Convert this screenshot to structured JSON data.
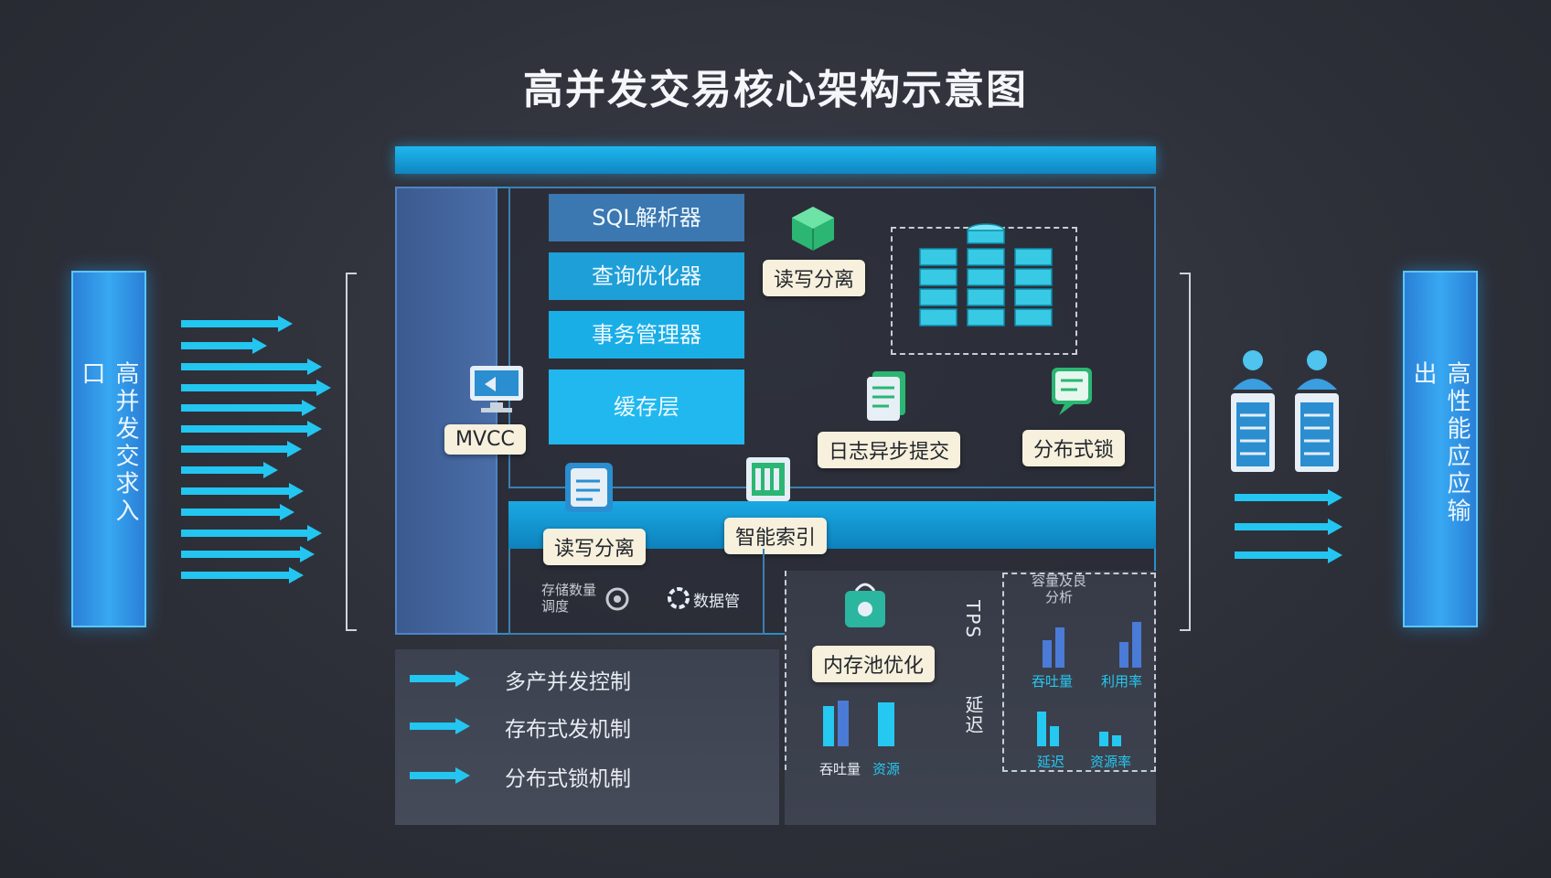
{
  "title": "高并发交易核心架构示意图",
  "left_pillar": "高并发交求入口",
  "right_pillar": "高性能应应输出",
  "stack": [
    "SQL解析器",
    "查询优化器",
    "事务管理器",
    "缓存层"
  ],
  "labels": {
    "mvcc": "MVCC",
    "rw_split_top": "读写分离",
    "log_async": "日志异步提交",
    "dist_lock": "分布式锁",
    "rw_split_bottom": "读写分离",
    "smart_index": "智能索引",
    "mem_pool": "内存池优化"
  },
  "band_notes": {
    "left": "存储数量\n调度",
    "right": "数据管"
  },
  "mechanisms": [
    "多产并发控制",
    "存布式发机制",
    "分布式锁机制"
  ],
  "perf": {
    "tps_label": "TPS",
    "latency_label": "延迟",
    "left_bars_labels": [
      "吞吐量",
      "资源"
    ],
    "box_title": "容量及良\n分析",
    "right_top_labels": [
      "吞吐量",
      "利用率"
    ],
    "right_bottom_labels": [
      "延迟",
      "资源率"
    ]
  },
  "icons": [
    "monitor-icon",
    "cube-icon",
    "server-cluster-icon",
    "document-icon",
    "chat-icon",
    "clipboard-icon",
    "index-icon",
    "bag-icon",
    "user-icon",
    "gear-icon"
  ]
}
